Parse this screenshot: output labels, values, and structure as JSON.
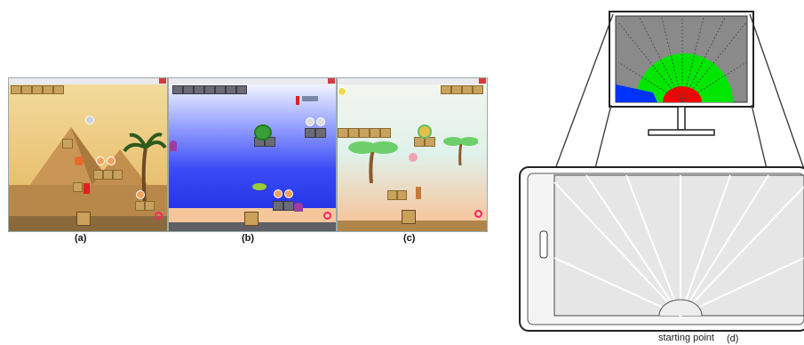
{
  "captions": {
    "a": "(a)",
    "b": "(b)",
    "c": "(c)",
    "d": "(d)"
  },
  "diagram": {
    "start_label": "starting point"
  },
  "colors": {
    "desert_sky": "#e9c77d",
    "desert_ground": "#b8874a",
    "ocean": "#2f3ff0",
    "sand": "#f4c69a",
    "meadow_sky": "#e8f2e6",
    "sector_green": "#00e600",
    "sector_red": "#ff0000",
    "sector_blue": "#0033ff",
    "monitor_bg": "#8a8a8a"
  },
  "icons": [
    "close-icon",
    "palm-tree-icon",
    "crate-icon",
    "life-ring-icon",
    "coin-icon",
    "octopus-icon",
    "fish-icon",
    "character-icon",
    "pyramid-icon"
  ]
}
